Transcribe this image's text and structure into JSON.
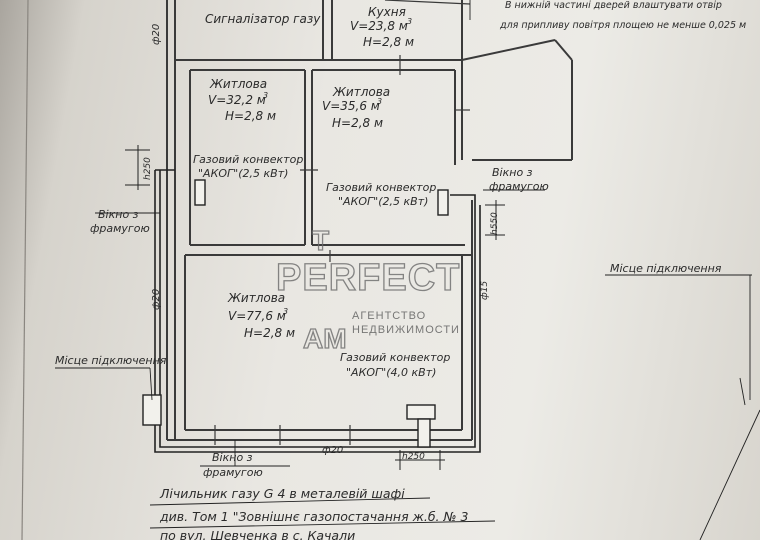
{
  "rooms": {
    "signalizer": "Сигналізатор газу",
    "kitchen": {
      "name": "Кухня",
      "volume": "V=23,8 м",
      "height": "H=2,8 м"
    },
    "living1": {
      "name": "Житлова",
      "volume": "V=32,2 м",
      "height": "H=2,8 м"
    },
    "living2": {
      "name": "Житлова",
      "volume": "V=35,6 м",
      "height": "H=2,8 м"
    },
    "living3": {
      "name": "Житлова",
      "volume": "V=77,6 м",
      "height": "H=2,8 м"
    },
    "cube": "3"
  },
  "convectors": {
    "c1": {
      "title": "Газовий конвектор",
      "model": "\"АКОГ\"(2,5 кВт)"
    },
    "c2": {
      "title": "Газовий конвектор",
      "model": "\"АКОГ\"(2,5 кВт)"
    },
    "c3": {
      "title": "Газовий конвектор",
      "model": "\"АКОГ\"(4,0 кВт)"
    }
  },
  "labels": {
    "window": "Вікно з",
    "transom": "фрамугою",
    "connection": "Місце підключення",
    "note_line1": "В нижній частині дверей влаштувати отвір",
    "note_line2": "для припливу повітря площею не менше 0,025 м"
  },
  "pipes": {
    "d20": "ф20",
    "d15": "ф15",
    "h250": "h250",
    "h550": "h550"
  },
  "bottom_text": {
    "line1": "Лічильник газу G 4 в металевій шафі",
    "line2": "див. Том 1 \"Зовнішнє газопостачання ж.б. № 3",
    "line3": "по вул. Шевченка в с. Качали"
  },
  "watermark": {
    "brand": "PERFECT",
    "line1": "АГЕНТСТВО",
    "line2": "НЕДВИЖИМОСТИ",
    "mark_top": "Т",
    "mark_bottom": "АМ"
  }
}
